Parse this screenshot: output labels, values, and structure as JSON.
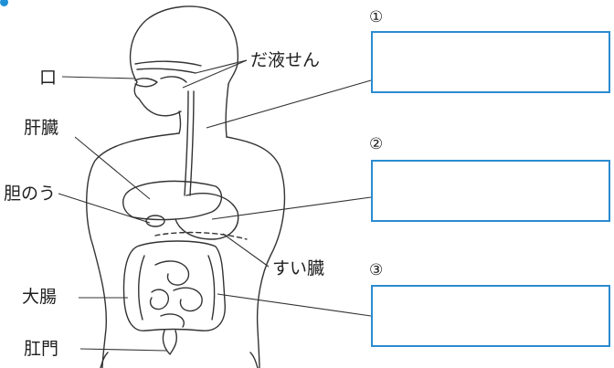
{
  "labels": {
    "mouth": "口",
    "salivary_glands": "だ液せん",
    "liver": "肝臓",
    "gallbladder": "胆のう",
    "pancreas": "すい臓",
    "large_intestine": "大腸",
    "anus": "肛門"
  },
  "answer_boxes": [
    {
      "number": "①",
      "value": ""
    },
    {
      "number": "②",
      "value": ""
    },
    {
      "number": "③",
      "value": ""
    }
  ],
  "colors": {
    "box_border": "#2b8bd0",
    "line": "#333333",
    "bullet": "#1e90d6"
  }
}
